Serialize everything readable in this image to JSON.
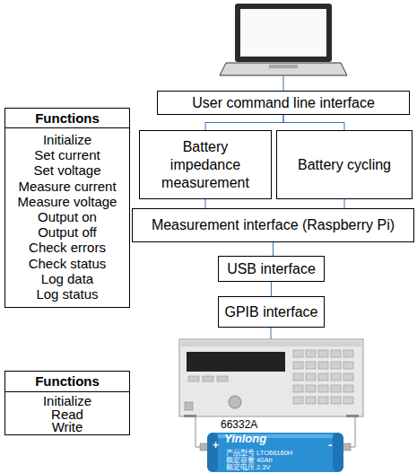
{
  "diagram": {
    "nodes": [
      {
        "text": [
          "User command line interface"
        ]
      },
      {
        "text": [
          "Initialize",
          "Set current",
          "Set voltage",
          "Measure current",
          "Measure voltage",
          "Output on",
          "Output off",
          "Check errors",
          "Check status",
          "Log data",
          "Log status"
        ]
      },
      {
        "text": [
          "Functions"
        ],
        "in": 1
      },
      {
        "text": [
          "Battery impedance measurement"
        ]
      },
      {
        "text": [
          "Battery cycling"
        ]
      },
      {
        "text": [
          "Measurement interface (Raspberry Pi)"
        ]
      },
      {
        "text": [
          "USB interface"
        ]
      },
      {
        "text": [
          "GPIB interface"
        ]
      },
      {
        "text": [
          "Initialize",
          "Read",
          "Write"
        ]
      },
      {
        "text": [
          "Functions"
        ],
        "in": 8
      }
    ],
    "edges": [
      {
        "from": 0,
        "to": 3,
        "arrow": "none"
      },
      {
        "from": 0,
        "to": 4,
        "arrow": "none"
      },
      {
        "from": 3,
        "to": 5,
        "arrow": "none"
      },
      {
        "from": 4,
        "to": 5,
        "arrow": "none"
      },
      {
        "from": 5,
        "to": 6,
        "arrow": "none"
      },
      {
        "from": 6,
        "to": 7,
        "arrow": "none"
      }
    ],
    "labels": [
      "66332A",
      "Yinlong",
      "+",
      "-",
      "产品型号 LTO66160H",
      "额定容量 40Ah",
      "额定电压 2.3V"
    ]
  }
}
